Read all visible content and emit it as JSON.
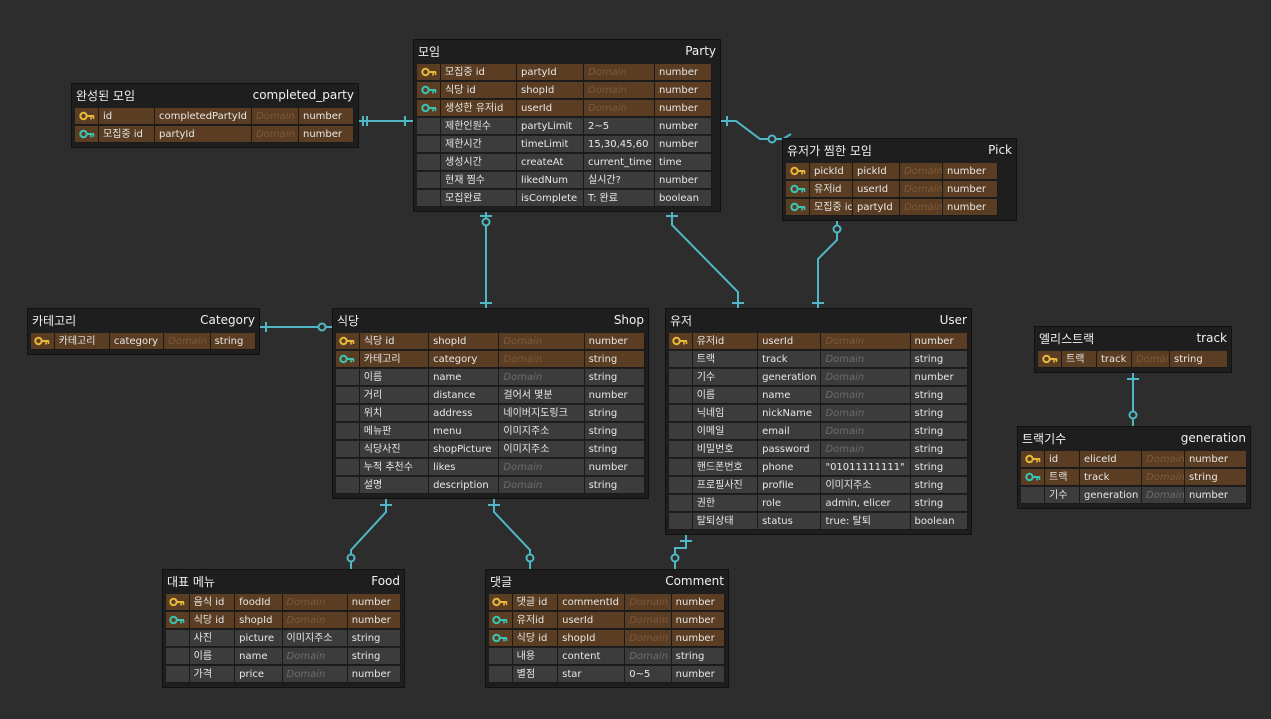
{
  "colors": {
    "background": "#2d2d2d",
    "key_row": "#5a3d22",
    "normal_row": "#3c3c3c",
    "pk_icon": "#e8b83a",
    "fk_icon": "#3bc4b4",
    "line": "#4fb8c4"
  },
  "entities": [
    {
      "id": "party",
      "title": "모임",
      "name": "Party",
      "rows": [
        {
          "icon": "pk",
          "attr": "모집중 id",
          "col": "partyId",
          "domain": "Domain",
          "type": "number"
        },
        {
          "icon": "fk",
          "attr": "식당 id",
          "col": "shopId",
          "domain": "Domain",
          "type": "number"
        },
        {
          "icon": "fk",
          "attr": "생성한 유저id",
          "col": "userId",
          "domain": "Domain",
          "type": "number"
        },
        {
          "icon": "",
          "attr": "제한인원수",
          "col": "partyLimit",
          "domain": "2~5",
          "type": "number"
        },
        {
          "icon": "",
          "attr": "제한시간",
          "col": "timeLimit",
          "domain": "15,30,45,60",
          "type": "number"
        },
        {
          "icon": "",
          "attr": "생성시간",
          "col": "createAt",
          "domain": "current_time",
          "type": "time"
        },
        {
          "icon": "",
          "attr": "현재 찜수",
          "col": "likedNum",
          "domain": "실시간?",
          "type": "number"
        },
        {
          "icon": "",
          "attr": "모집완료",
          "col": "isComplete",
          "domain": "T: 완료",
          "type": "boolean"
        }
      ]
    },
    {
      "id": "completed",
      "title": "완성된 모임",
      "name": "completed_party",
      "rows": [
        {
          "icon": "pk",
          "attr": "id",
          "col": "completedPartyId",
          "domain": "Domain",
          "type": "number"
        },
        {
          "icon": "fk",
          "attr": "모집중 id",
          "col": "partyId",
          "domain": "Domain",
          "type": "number"
        }
      ]
    },
    {
      "id": "pick",
      "title": "유저가 찜한 모임",
      "name": "Pick",
      "rows": [
        {
          "icon": "pk",
          "attr": "pickId",
          "col": "pickId",
          "domain": "Domain",
          "type": "number"
        },
        {
          "icon": "fk",
          "attr": "유저id",
          "col": "userId",
          "domain": "Domain",
          "type": "number"
        },
        {
          "icon": "fk",
          "attr": "모집중 id",
          "col": "partyId",
          "domain": "Domain",
          "type": "number"
        }
      ]
    },
    {
      "id": "category",
      "title": "카테고리",
      "name": "Category",
      "rows": [
        {
          "icon": "pk",
          "attr": "카테고리",
          "col": "category",
          "domain": "Domain",
          "type": "string"
        }
      ]
    },
    {
      "id": "shop",
      "title": "식당",
      "name": "Shop",
      "rows": [
        {
          "icon": "pk",
          "attr": "식당 id",
          "col": "shopId",
          "domain": "Domain",
          "type": "number"
        },
        {
          "icon": "fk",
          "attr": "카테고리",
          "col": "category",
          "domain": "Domain",
          "type": "string"
        },
        {
          "icon": "",
          "attr": "이름",
          "col": "name",
          "domain": "Domain",
          "type": "string"
        },
        {
          "icon": "",
          "attr": "거리",
          "col": "distance",
          "domain": "걸어서 몇분",
          "type": "number"
        },
        {
          "icon": "",
          "attr": "위치",
          "col": "address",
          "domain": "네이버지도링크",
          "type": "string"
        },
        {
          "icon": "",
          "attr": "메뉴판",
          "col": "menu",
          "domain": "이미지주소",
          "type": "string"
        },
        {
          "icon": "",
          "attr": "식당사진",
          "col": "shopPicture",
          "domain": "이미지주소",
          "type": "string"
        },
        {
          "icon": "",
          "attr": "누적 추천수",
          "col": "likes",
          "domain": "Domain",
          "type": "number"
        },
        {
          "icon": "",
          "attr": "설명",
          "col": "description",
          "domain": "Domain",
          "type": "string"
        }
      ]
    },
    {
      "id": "user",
      "title": "유저",
      "name": "User",
      "rows": [
        {
          "icon": "pk",
          "attr": "유저id",
          "col": "userId",
          "domain": "Domain",
          "type": "number"
        },
        {
          "icon": "",
          "attr": "트랙",
          "col": "track",
          "domain": "Domain",
          "type": "string"
        },
        {
          "icon": "",
          "attr": "기수",
          "col": "generation",
          "domain": "Domain",
          "type": "number"
        },
        {
          "icon": "",
          "attr": "이름",
          "col": "name",
          "domain": "Domain",
          "type": "string"
        },
        {
          "icon": "",
          "attr": "닉네임",
          "col": "nickName",
          "domain": "Domain",
          "type": "string"
        },
        {
          "icon": "",
          "attr": "이메일",
          "col": "email",
          "domain": "Domain",
          "type": "string"
        },
        {
          "icon": "",
          "attr": "비밀번호",
          "col": "password",
          "domain": "Domain",
          "type": "string"
        },
        {
          "icon": "",
          "attr": "핸드폰번호",
          "col": "phone",
          "domain": "\"01011111111\"",
          "type": "string"
        },
        {
          "icon": "",
          "attr": "프로필사진",
          "col": "profile",
          "domain": "이미지주소",
          "type": "string"
        },
        {
          "icon": "",
          "attr": "권한",
          "col": "role",
          "domain": "admin, elicer",
          "type": "string"
        },
        {
          "icon": "",
          "attr": "탈퇴상태",
          "col": "status",
          "domain": "true: 탈퇴",
          "type": "boolean"
        }
      ]
    },
    {
      "id": "track",
      "title": "엘리스트랙",
      "name": "track",
      "rows": [
        {
          "icon": "pk",
          "attr": "트랙",
          "col": "track",
          "domain": "Domain",
          "type": "string"
        }
      ]
    },
    {
      "id": "generation",
      "title": "트랙기수",
      "name": "generation",
      "rows": [
        {
          "icon": "pk",
          "attr": "id",
          "col": "eliceId",
          "domain": "Domain",
          "type": "number"
        },
        {
          "icon": "fk",
          "attr": "트랙",
          "col": "track",
          "domain": "Domain",
          "type": "string"
        },
        {
          "icon": "",
          "attr": "기수",
          "col": "generation",
          "domain": "Domain",
          "type": "number"
        }
      ]
    },
    {
      "id": "food",
      "title": "대표 메뉴",
      "name": "Food",
      "rows": [
        {
          "icon": "pk",
          "attr": "음식 id",
          "col": "foodId",
          "domain": "Domain",
          "type": "number"
        },
        {
          "icon": "fk",
          "attr": "식당 id",
          "col": "shopId",
          "domain": "Domain",
          "type": "number"
        },
        {
          "icon": "",
          "attr": "사진",
          "col": "picture",
          "domain": "이미지주소",
          "type": "string"
        },
        {
          "icon": "",
          "attr": "이름",
          "col": "name",
          "domain": "Domain",
          "type": "string"
        },
        {
          "icon": "",
          "attr": "가격",
          "col": "price",
          "domain": "Domain",
          "type": "number"
        }
      ]
    },
    {
      "id": "comment",
      "title": "댓글",
      "name": "Comment",
      "rows": [
        {
          "icon": "pk",
          "attr": "댓글 id",
          "col": "commentId",
          "domain": "Domain",
          "type": "number"
        },
        {
          "icon": "fk",
          "attr": "유저id",
          "col": "userId",
          "domain": "Domain",
          "type": "number"
        },
        {
          "icon": "fk",
          "attr": "식당 id",
          "col": "shopId",
          "domain": "Domain",
          "type": "number"
        },
        {
          "icon": "",
          "attr": "내용",
          "col": "content",
          "domain": "Domain",
          "type": "string"
        },
        {
          "icon": "",
          "attr": "별점",
          "col": "star",
          "domain": "0~5",
          "type": "number"
        }
      ]
    }
  ]
}
